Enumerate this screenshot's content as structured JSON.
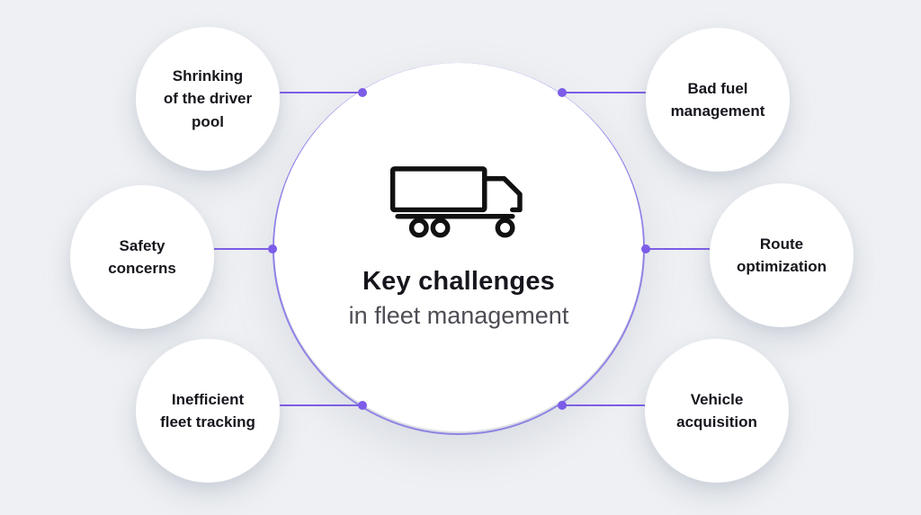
{
  "colors": {
    "background": "#eef0f3",
    "accent_purple": "#7c5ce8",
    "ring_purple": "#9181ee",
    "text_dark": "#17161d",
    "text_gray": "#4e4d55",
    "circle_fill": "#ffffff"
  },
  "center": {
    "title": "Key challenges",
    "subtitle": "in fleet management",
    "icon": "truck-icon"
  },
  "nodes": [
    {
      "id": "shrinking-driver-pool",
      "label": "Shrinking\nof the driver\npool",
      "position": "top-left"
    },
    {
      "id": "safety-concerns",
      "label": "Safety\nconcerns",
      "position": "middle-left"
    },
    {
      "id": "inefficient-fleet-tracking",
      "label": "Inefficient\nfleet tracking",
      "position": "bottom-left"
    },
    {
      "id": "bad-fuel-management",
      "label": "Bad fuel\nmanagement",
      "position": "top-right"
    },
    {
      "id": "route-optimization",
      "label": "Route\noptimization",
      "position": "middle-right"
    },
    {
      "id": "vehicle-acquisition",
      "label": "Vehicle\nacquisition",
      "position": "bottom-right"
    }
  ]
}
